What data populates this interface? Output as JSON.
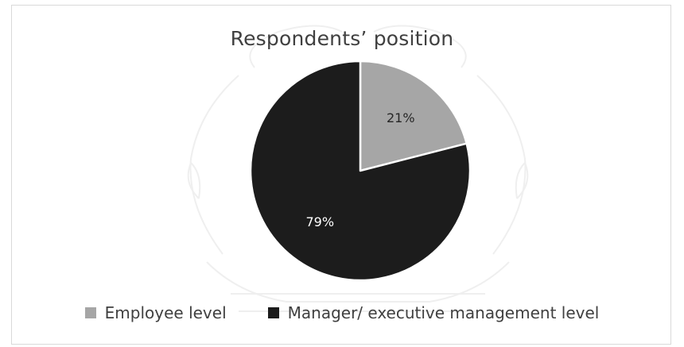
{
  "chart_data": {
    "type": "pie",
    "title": "Respondents’ position",
    "categories": [
      "Employee level",
      "Manager/ executive management level"
    ],
    "values": [
      21,
      79
    ],
    "data_labels": [
      "21%",
      "79%"
    ],
    "colors": [
      "#a6a6a6",
      "#1c1c1c"
    ],
    "label_colors": [
      "#262626",
      "#ffffff"
    ],
    "start_angle_deg": 0,
    "direction": "clockwise",
    "legend_position": "bottom"
  }
}
